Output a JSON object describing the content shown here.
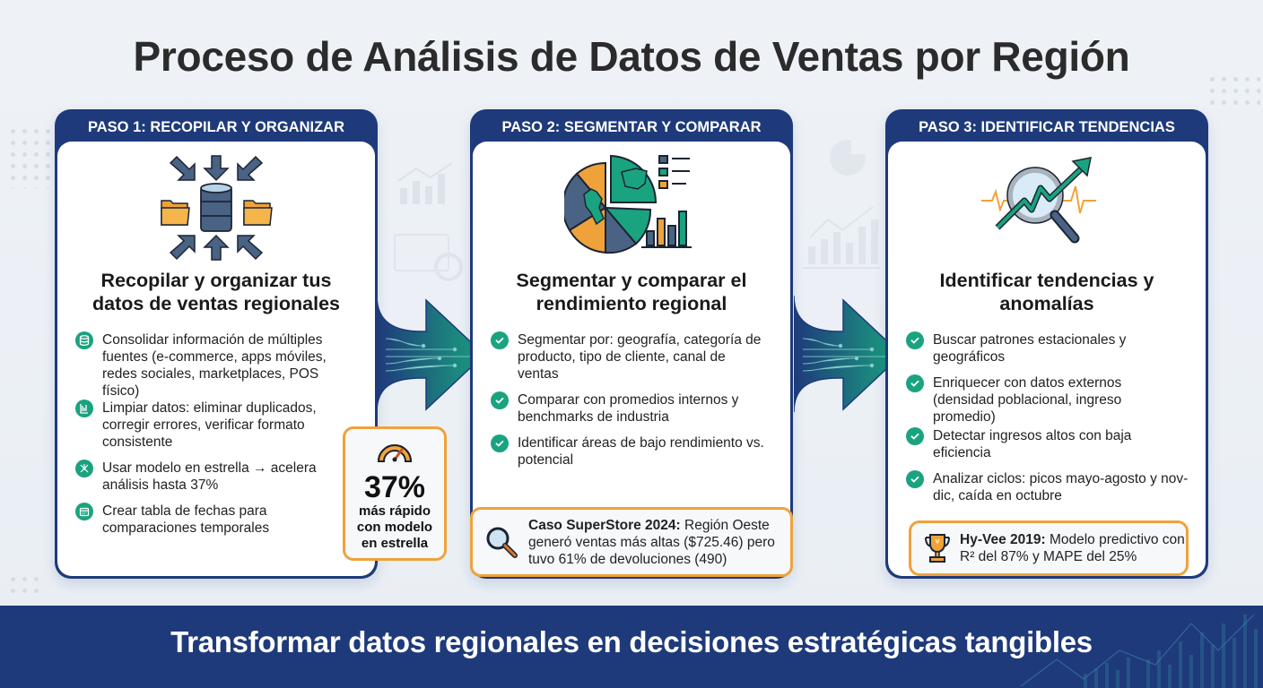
{
  "title": "Proceso de Análisis de Datos de Ventas por Región",
  "steps": [
    {
      "header": "PASO 1: RECOPILAR Y ORGANIZAR",
      "icon": "database-arrows-folders-icon",
      "title_line1": "Recopilar y organizar tus",
      "title_line2": "datos de ventas regionales",
      "bullets": [
        {
          "icon": "database-icon",
          "text": "Consolidar información de múltiples fuentes (e-commerce, apps móviles, redes sociales, marketplaces, POS físico)"
        },
        {
          "icon": "data-cleaning-icon",
          "text": "Limpiar datos: eliminar duplicados, corregir errores, verificar formato consistente"
        },
        {
          "icon": "star-schema-icon",
          "text": "Usar modelo en estrella → acelera análisis hasta 37%"
        },
        {
          "icon": "calendar-icon",
          "text": "Crear tabla de fechas para comparaciones temporales"
        }
      ],
      "callout": {
        "icon": "speedometer-icon",
        "big": "37%",
        "line1": "más rápido",
        "line2": "con modelo",
        "line3": "en estrella"
      }
    },
    {
      "header": "PASO 2: SEGMENTAR Y COMPARAR",
      "icon": "pie-chart-map-icon",
      "title_line1": "Segmentar y comparar el",
      "title_line2": "rendimiento regional",
      "bullets": [
        {
          "icon": "check-icon",
          "text": "Segmentar por: geografía, categoría de producto, tipo de cliente, canal de ventas"
        },
        {
          "icon": "check-icon",
          "text": "Comparar con promedios internos y benchmarks de industria"
        },
        {
          "icon": "check-icon",
          "text": "Identificar áreas de bajo rendimiento vs. potencial"
        }
      ],
      "callout": {
        "icon": "magnifier-icon",
        "bold": "Caso SuperStore 2024:",
        "text": " Región Oeste generó ventas más altas ($725.46) pero tuvo 61% de devoluciones (490)"
      }
    },
    {
      "header": "PASO 3: IDENTIFICAR TENDENCIAS",
      "icon": "trend-magnifier-icon",
      "title_line1": "Identificar tendencias y",
      "title_line2": "anomalías",
      "bullets": [
        {
          "icon": "check-icon",
          "text": "Buscar patrones estacionales y geográficos"
        },
        {
          "icon": "check-icon",
          "text": "Enriquecer con datos externos (densidad poblacional, ingreso promedio)"
        },
        {
          "icon": "check-icon",
          "text": "Detectar ingresos altos con baja eficiencia"
        },
        {
          "icon": "check-icon",
          "text": "Analizar ciclos: picos mayo-agosto y nov-dic, caída en octubre"
        }
      ],
      "callout": {
        "icon": "trophy-icon",
        "bold": "Hy-Vee 2019:",
        "text": " Modelo predictivo con R² del 87% y MAPE del 25%"
      }
    }
  ],
  "footer": "Transformar datos regionales en decisiones estratégicas tangibles",
  "colors": {
    "navy": "#1e3a7b",
    "teal": "#1aa37f",
    "orange": "#efa23a",
    "slate": "#4a6283",
    "background": "#eef2f7"
  }
}
